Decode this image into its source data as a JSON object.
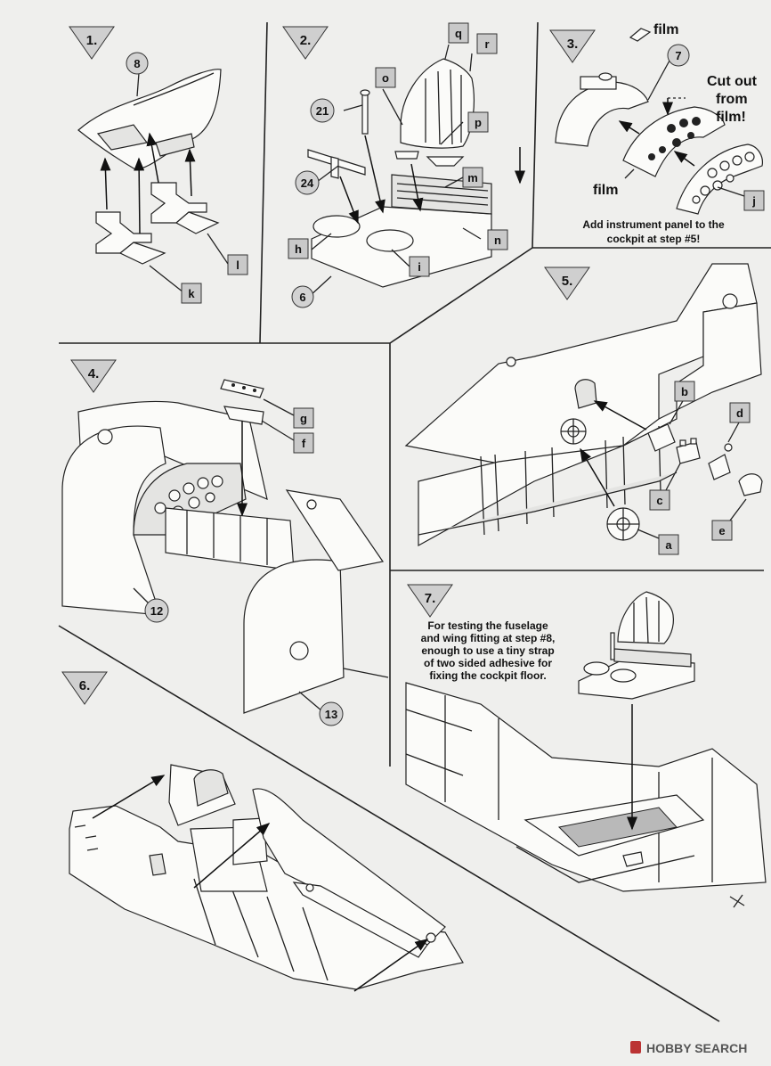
{
  "steps": {
    "s1": "1.",
    "s2": "2.",
    "s3": "3.",
    "s4": "4.",
    "s5": "5.",
    "s6": "6.",
    "s7": "7."
  },
  "callouts": {
    "n8": "8",
    "k": "k",
    "l": "l",
    "q": "q",
    "r": "r",
    "o": "o",
    "n21": "21",
    "p": "p",
    "n24": "24",
    "m": "m",
    "h": "h",
    "i": "i",
    "n": "n",
    "n6": "6",
    "n7": "7",
    "j": "j",
    "g": "g",
    "f": "f",
    "n12": "12",
    "n13": "13",
    "b": "b",
    "d": "d",
    "c": "c",
    "e": "e",
    "a": "a"
  },
  "notes": {
    "film_top": "film",
    "cut_out_1": "Cut out",
    "cut_out_2": "from",
    "cut_out_3": "film!",
    "film_bottom": "film",
    "add_panel_1": "Add instrument panel to the",
    "add_panel_2": "cockpit at  step #5!",
    "step7_1": "For testing the fuselage",
    "step7_2": "and wing fitting at step #8,",
    "step7_3": "enough to use a tiny strap",
    "step7_4": "of two sided adhesive for",
    "step7_5": "fixing the cockpit floor."
  },
  "watermark": "HOBBY SEARCH"
}
